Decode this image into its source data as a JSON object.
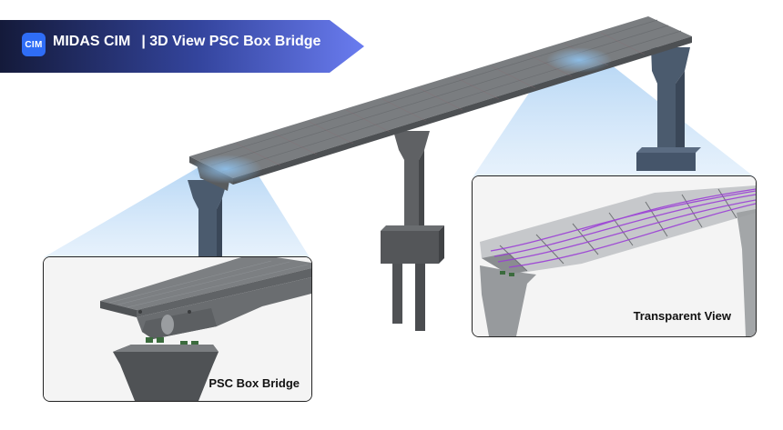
{
  "header": {
    "logo_text": "CIM",
    "app_name": "MIDAS CIM",
    "title": "| 3D View PSC Box Bridge"
  },
  "insets": {
    "detail_label": "PSC Box Bridge",
    "transparent_label": "Transparent View"
  },
  "colors": {
    "banner_start": "#141a3a",
    "banner_end": "#5a6ee8",
    "logo_bg": "#2f6df6",
    "highlight": "#bcd9f5",
    "deck": "#6f7274",
    "pier": "#4a596c",
    "tendon": "#9b3fd6"
  }
}
